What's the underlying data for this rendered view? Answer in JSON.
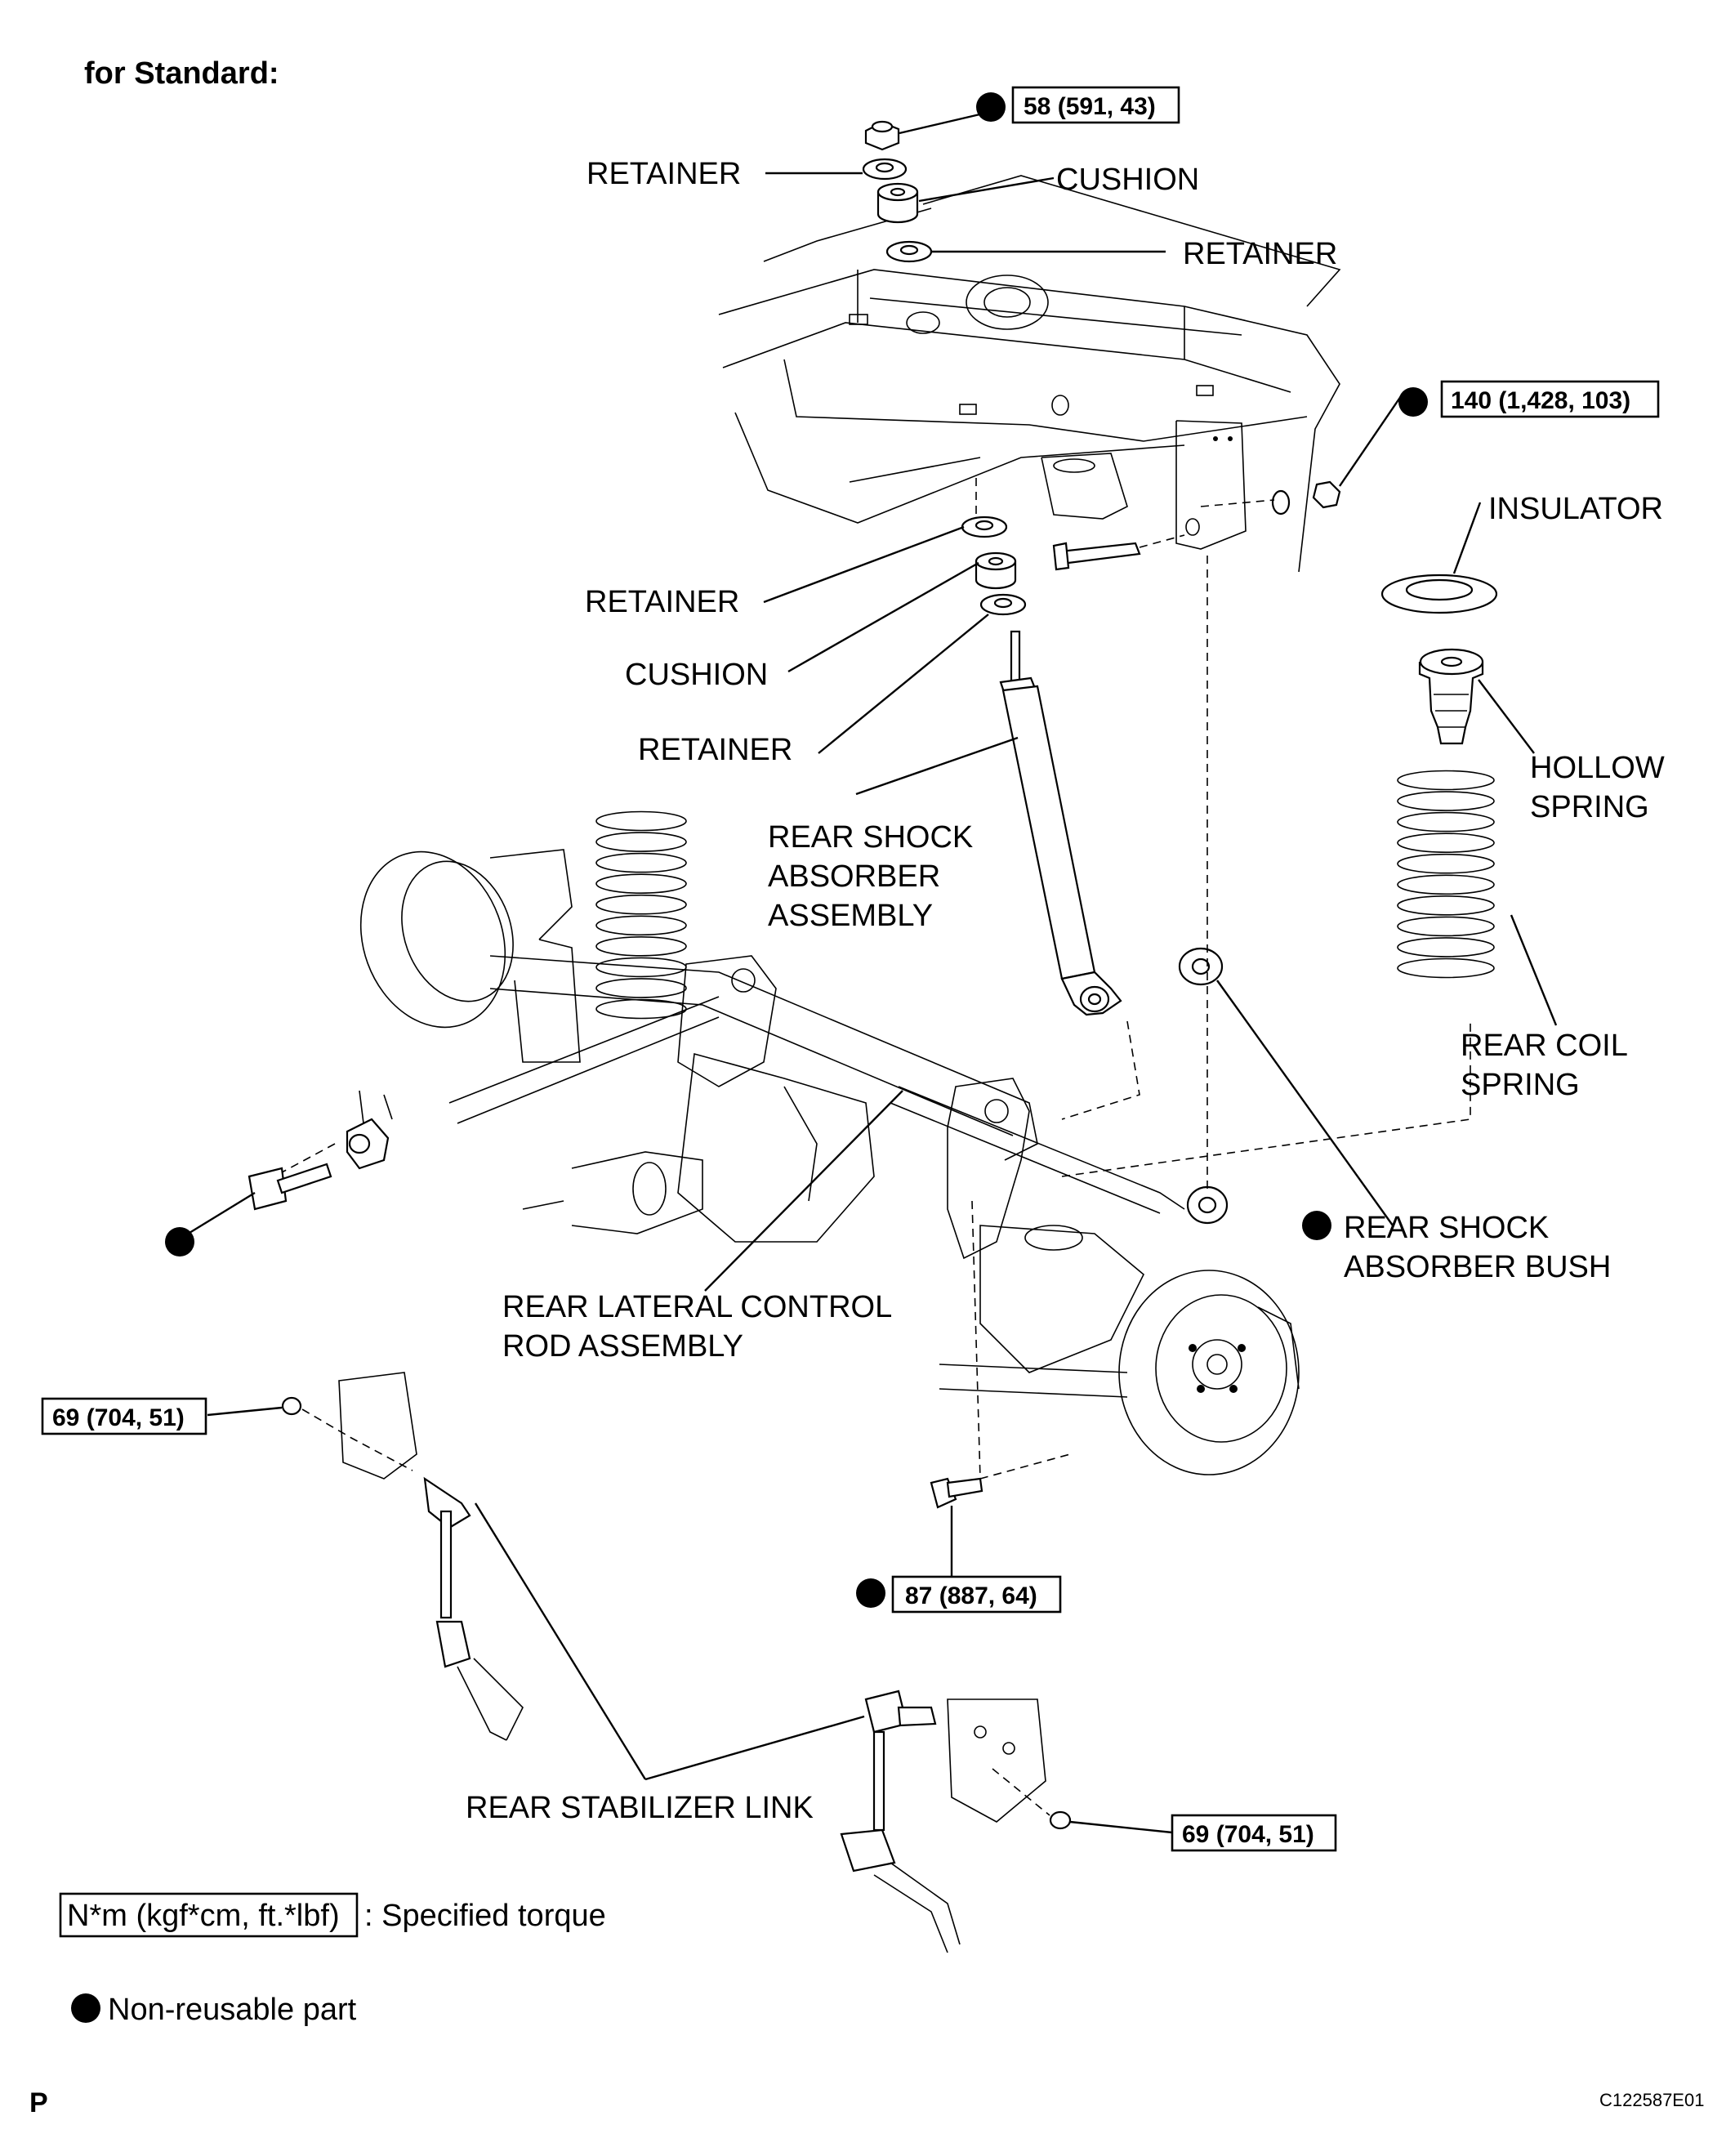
{
  "header": {
    "title": "for Standard:"
  },
  "labels": {
    "retainer_top": "RETAINER",
    "cushion_top": "CUSHION",
    "retainer_top2": "RETAINER",
    "insulator": "INSULATOR",
    "retainer_mid": "RETAINER",
    "cushion_mid": "CUSHION",
    "retainer_mid2": "RETAINER",
    "hollow_spring": [
      "HOLLOW",
      "SPRING"
    ],
    "shock_absorber": [
      "REAR SHOCK",
      "ABSORBER",
      "ASSEMBLY"
    ],
    "rear_coil_spring": [
      "REAR COIL",
      "SPRING"
    ],
    "shock_bush": [
      "REAR SHOCK",
      "ABSORBER BUSH"
    ],
    "lateral_rod": [
      "REAR LATERAL CONTROL",
      "ROD ASSEMBLY"
    ],
    "stabilizer_link": "REAR STABILIZER LINK"
  },
  "torques": {
    "t1": "58 (591, 43)",
    "t2": "140 (1,428, 103)",
    "t3": "69 (704, 51)",
    "t4": "87 (887, 64)",
    "t5": "69 (704, 51)"
  },
  "legend": {
    "torque_unit": "N*m (kgf*cm, ft.*lbf)",
    "torque_desc": ": Specified torque",
    "nonreusable": "Non-reusable part"
  },
  "footer": {
    "left": "P",
    "code": "C122587E01"
  }
}
